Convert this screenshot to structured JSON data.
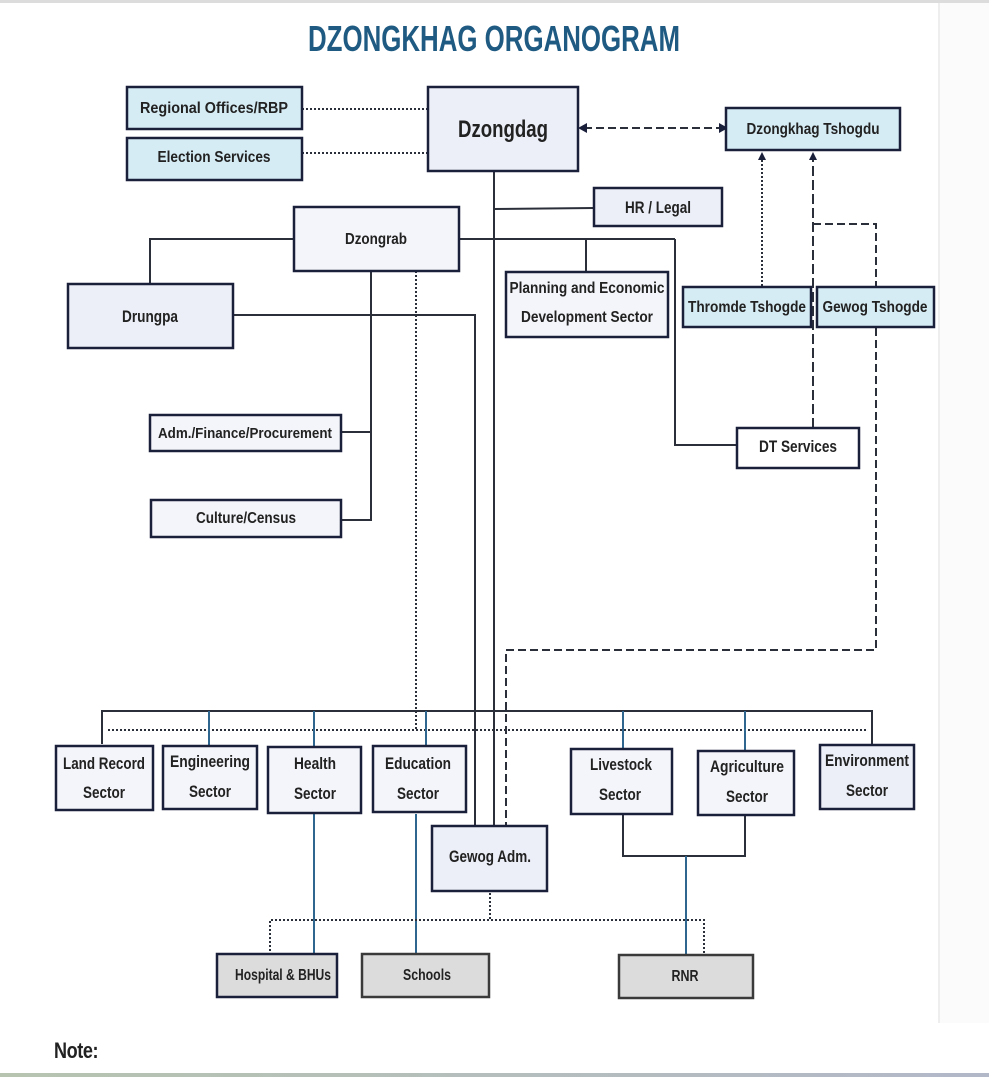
{
  "title": "DZONGKHAG ORGANOGRAM",
  "note_label": "Note:",
  "nodes": {
    "regional_offices": "Regional Offices/RBP",
    "election_services": "Election Services",
    "dzongdag": "Dzongdag",
    "dzongkhag_tshogdu": "Dzongkhag Tshogdu",
    "hr_legal": "HR / Legal",
    "dzongrab": "Dzongrab",
    "drungpa": "Drungpa",
    "planning": [
      "Planning and Economic",
      "Development Sector"
    ],
    "thromde_tshogde": "Thromde Tshogde",
    "gewog_tshogde": "Gewog Tshogde",
    "adm_finance": "Adm./Finance/Procurement",
    "culture_census": "Culture/Census",
    "dt_services": "DT Services",
    "land_record": [
      "Land Record",
      "Sector"
    ],
    "engineering": [
      "Engineering",
      "Sector"
    ],
    "health": [
      "Health",
      "Sector"
    ],
    "education": [
      "Education",
      "Sector"
    ],
    "livestock": [
      "Livestock",
      "Sector"
    ],
    "agriculture": [
      "Agriculture",
      "Sector"
    ],
    "environment": [
      "Environment",
      "Sector"
    ],
    "gewog_adm": "Gewog Adm.",
    "hospital": "Hospital & BHUs",
    "schools": "Schools",
    "rnr": "RNR"
  },
  "colors": {
    "title": "#1f5a82",
    "box_border": "#1a1f3a",
    "light_blue_box": "#d6ecf4",
    "lavender_box": "#eceff8",
    "grey_box": "#dcdcdc",
    "blue_connector": "#2f6690"
  }
}
